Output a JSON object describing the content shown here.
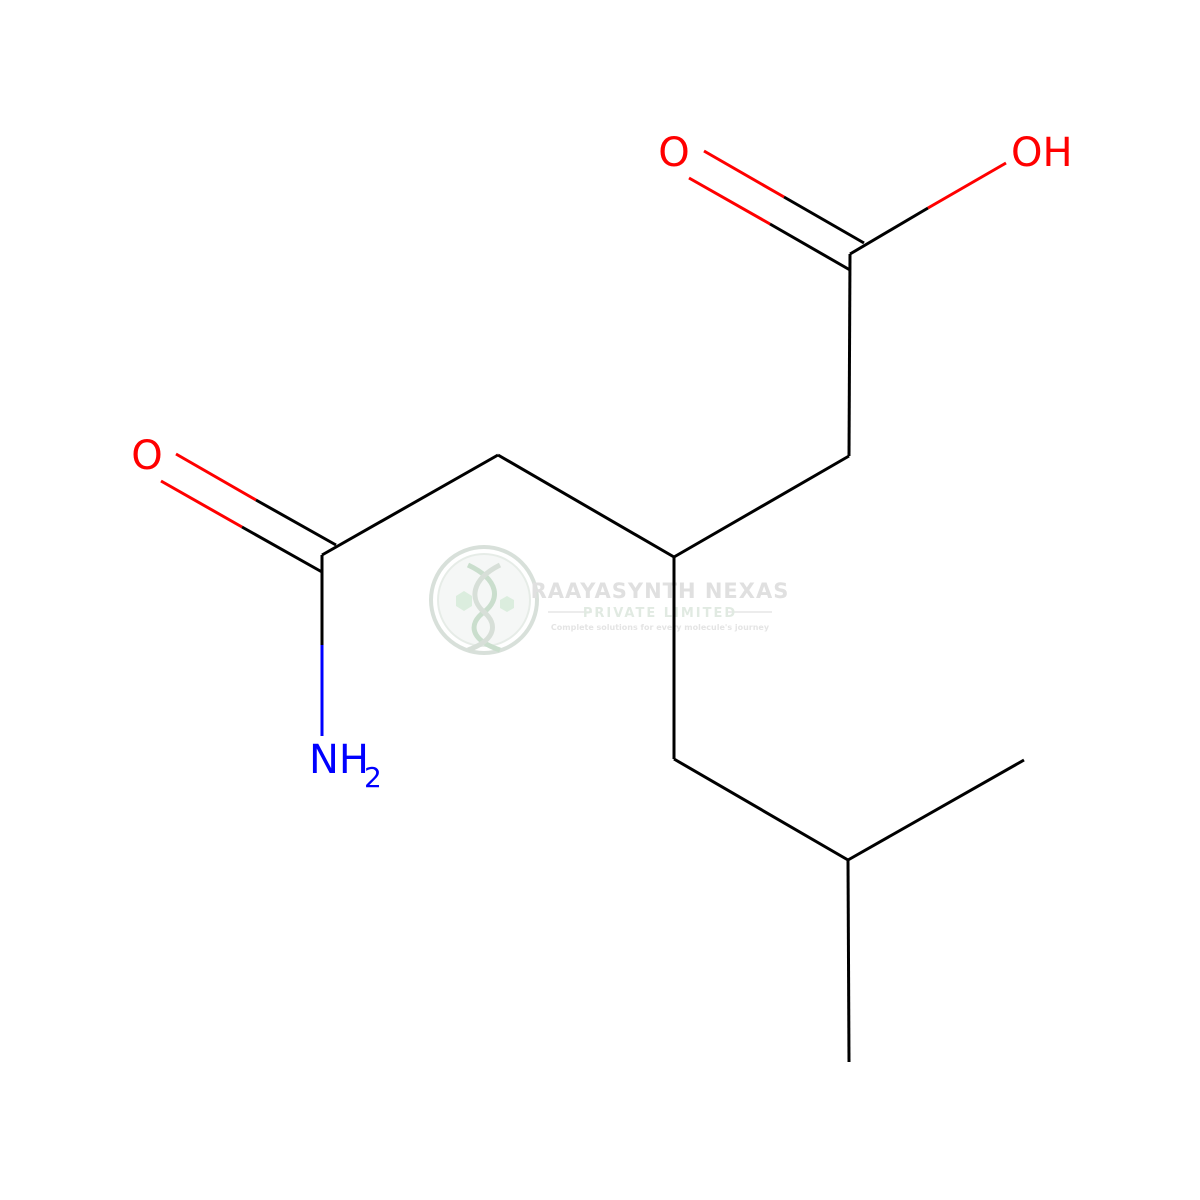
{
  "molecule": {
    "atoms": {
      "o_carbonyl_acid": "O",
      "oh_acid": "OH",
      "o_carbonyl_amide": "O",
      "nh2_main": "NH",
      "nh2_sub": "2"
    }
  },
  "watermark": {
    "company": "RAAYASYNTH NEXAS",
    "type": "PRIVATE LIMITED",
    "tagline": "Complete solutions for every molecule's journey"
  },
  "colors": {
    "bond": "#000000",
    "oxygen": "#ff0000",
    "nitrogen": "#0000ff",
    "watermark": "#c9d6cb"
  }
}
